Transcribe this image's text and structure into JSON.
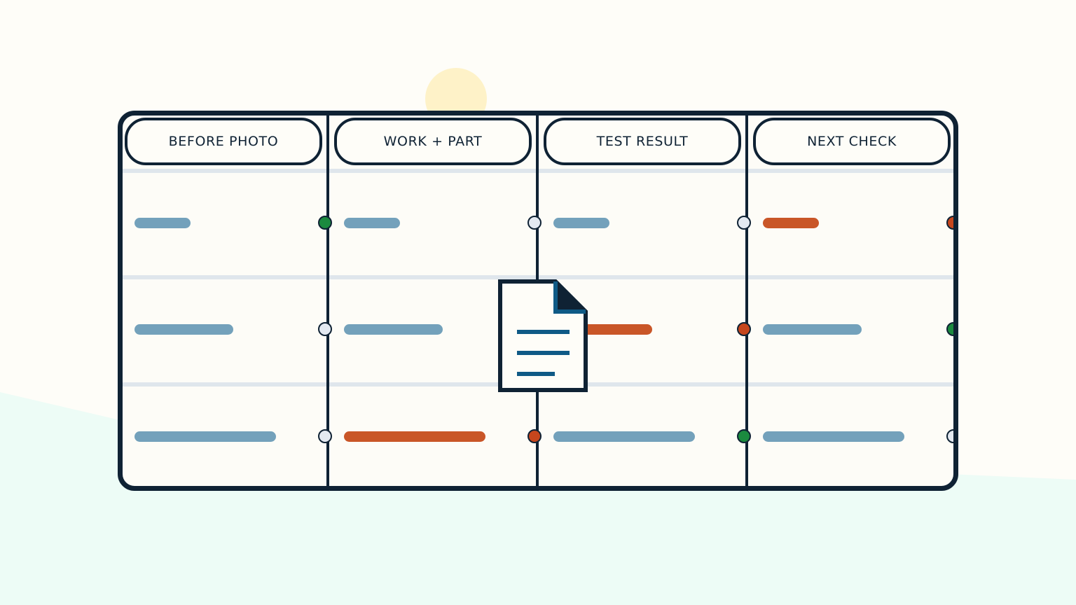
{
  "colors": {
    "ink": "#0f2234",
    "neutral_bar": "#73a1bb",
    "alert_bar": "#c95628",
    "ok_dot": "#1b8a3f",
    "alert_dot": "#c6461d",
    "empty_dot": "#e3e9f1",
    "row_divider": "#dfe6ec",
    "sun": "#fef2c8",
    "ground": "#edfcf6",
    "doc_lines": "#0f5a86"
  },
  "columns": [
    {
      "header": "BEFORE PHOTO",
      "rows": [
        {
          "bar": "neutral",
          "length": "short",
          "status": "ok"
        },
        {
          "bar": "neutral",
          "length": "medium",
          "status": "empty"
        },
        {
          "bar": "neutral",
          "length": "long",
          "status": "empty"
        }
      ]
    },
    {
      "header": "WORK + PART",
      "rows": [
        {
          "bar": "neutral",
          "length": "short",
          "status": "empty"
        },
        {
          "bar": "neutral",
          "length": "medium",
          "status": "hidden"
        },
        {
          "bar": "alert",
          "length": "long",
          "status": "alert"
        }
      ]
    },
    {
      "header": "TEST RESULT",
      "rows": [
        {
          "bar": "neutral",
          "length": "short",
          "status": "empty"
        },
        {
          "bar": "alert",
          "length": "medium",
          "status": "alert"
        },
        {
          "bar": "neutral",
          "length": "long",
          "status": "ok"
        }
      ]
    },
    {
      "header": "NEXT CHECK",
      "rows": [
        {
          "bar": "alert",
          "length": "short",
          "status": "alert"
        },
        {
          "bar": "neutral",
          "length": "medium",
          "status": "ok"
        },
        {
          "bar": "neutral",
          "length": "long",
          "status": "empty"
        }
      ]
    }
  ],
  "icons": [
    "sun-icon",
    "document-icon"
  ]
}
